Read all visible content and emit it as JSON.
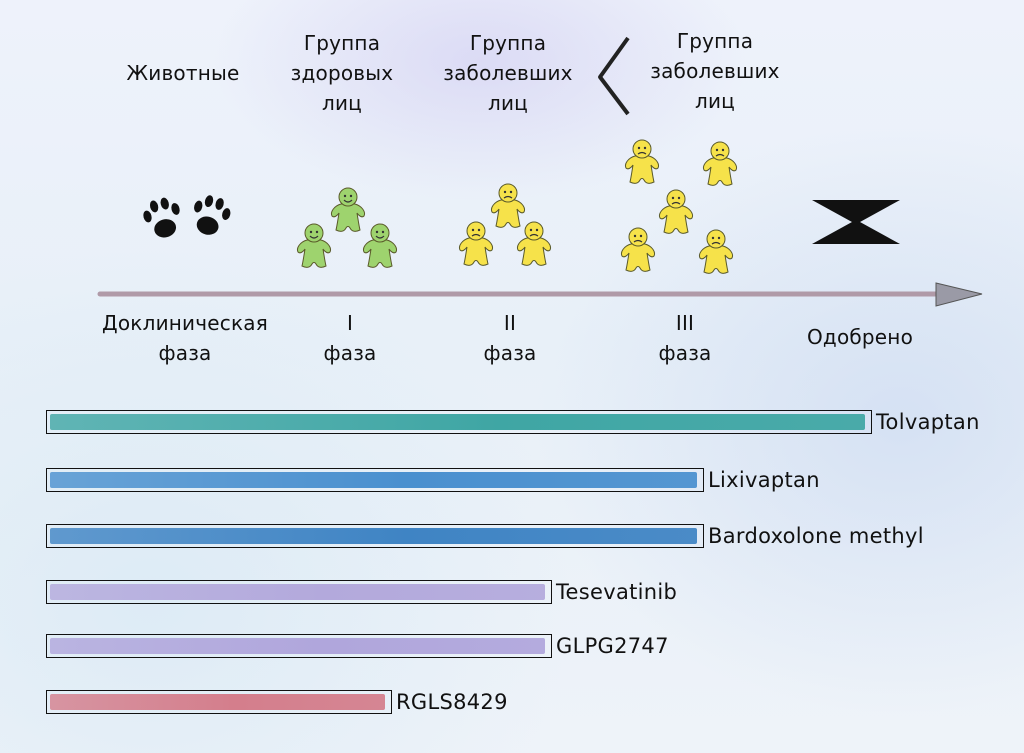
{
  "groups": [
    {
      "lines": [
        "Животные"
      ]
    },
    {
      "lines": [
        "Группа",
        "здоровых",
        "лиц"
      ]
    },
    {
      "lines": [
        "Группа",
        "заболевших",
        "лиц"
      ]
    },
    {
      "lines": [
        "Группа",
        "заболевших",
        "лиц"
      ]
    }
  ],
  "phases": [
    {
      "lines": [
        "Доклиническая",
        "фаза"
      ]
    },
    {
      "lines": [
        "I",
        "фаза"
      ]
    },
    {
      "lines": [
        "II",
        "фаза"
      ]
    },
    {
      "lines": [
        "III",
        "фаза"
      ]
    },
    {
      "lines": [
        "Одобрено"
      ]
    }
  ],
  "icons": {
    "animals": "paw-print-icon",
    "healthy": "healthy-person-icon",
    "sick": "sick-person-icon",
    "approved": "hourglass-icon",
    "comparison": "less-than-bracket-icon"
  },
  "colors": {
    "healthy": "#9ed36e",
    "sick": "#f6e24a",
    "axis": "#b09aa8"
  },
  "drugs": [
    {
      "name": "Tolvaptan",
      "stage": "Одобрено",
      "color": "#3fa6a4"
    },
    {
      "name": "Lixivaptan",
      "stage": "III фаза",
      "color": "#4a90cf"
    },
    {
      "name": "Bardoxolone methyl",
      "stage": "III фаза",
      "color": "#3f84c4"
    },
    {
      "name": "Tesevatinib",
      "stage": "II фаза",
      "color": "#b3a9dc"
    },
    {
      "name": "GLPG2747",
      "stage": "II фаза",
      "color": "#b0a6dc"
    },
    {
      "name": "RGLS8429",
      "stage": "I фаза",
      "color": "#d47e8c"
    }
  ]
}
